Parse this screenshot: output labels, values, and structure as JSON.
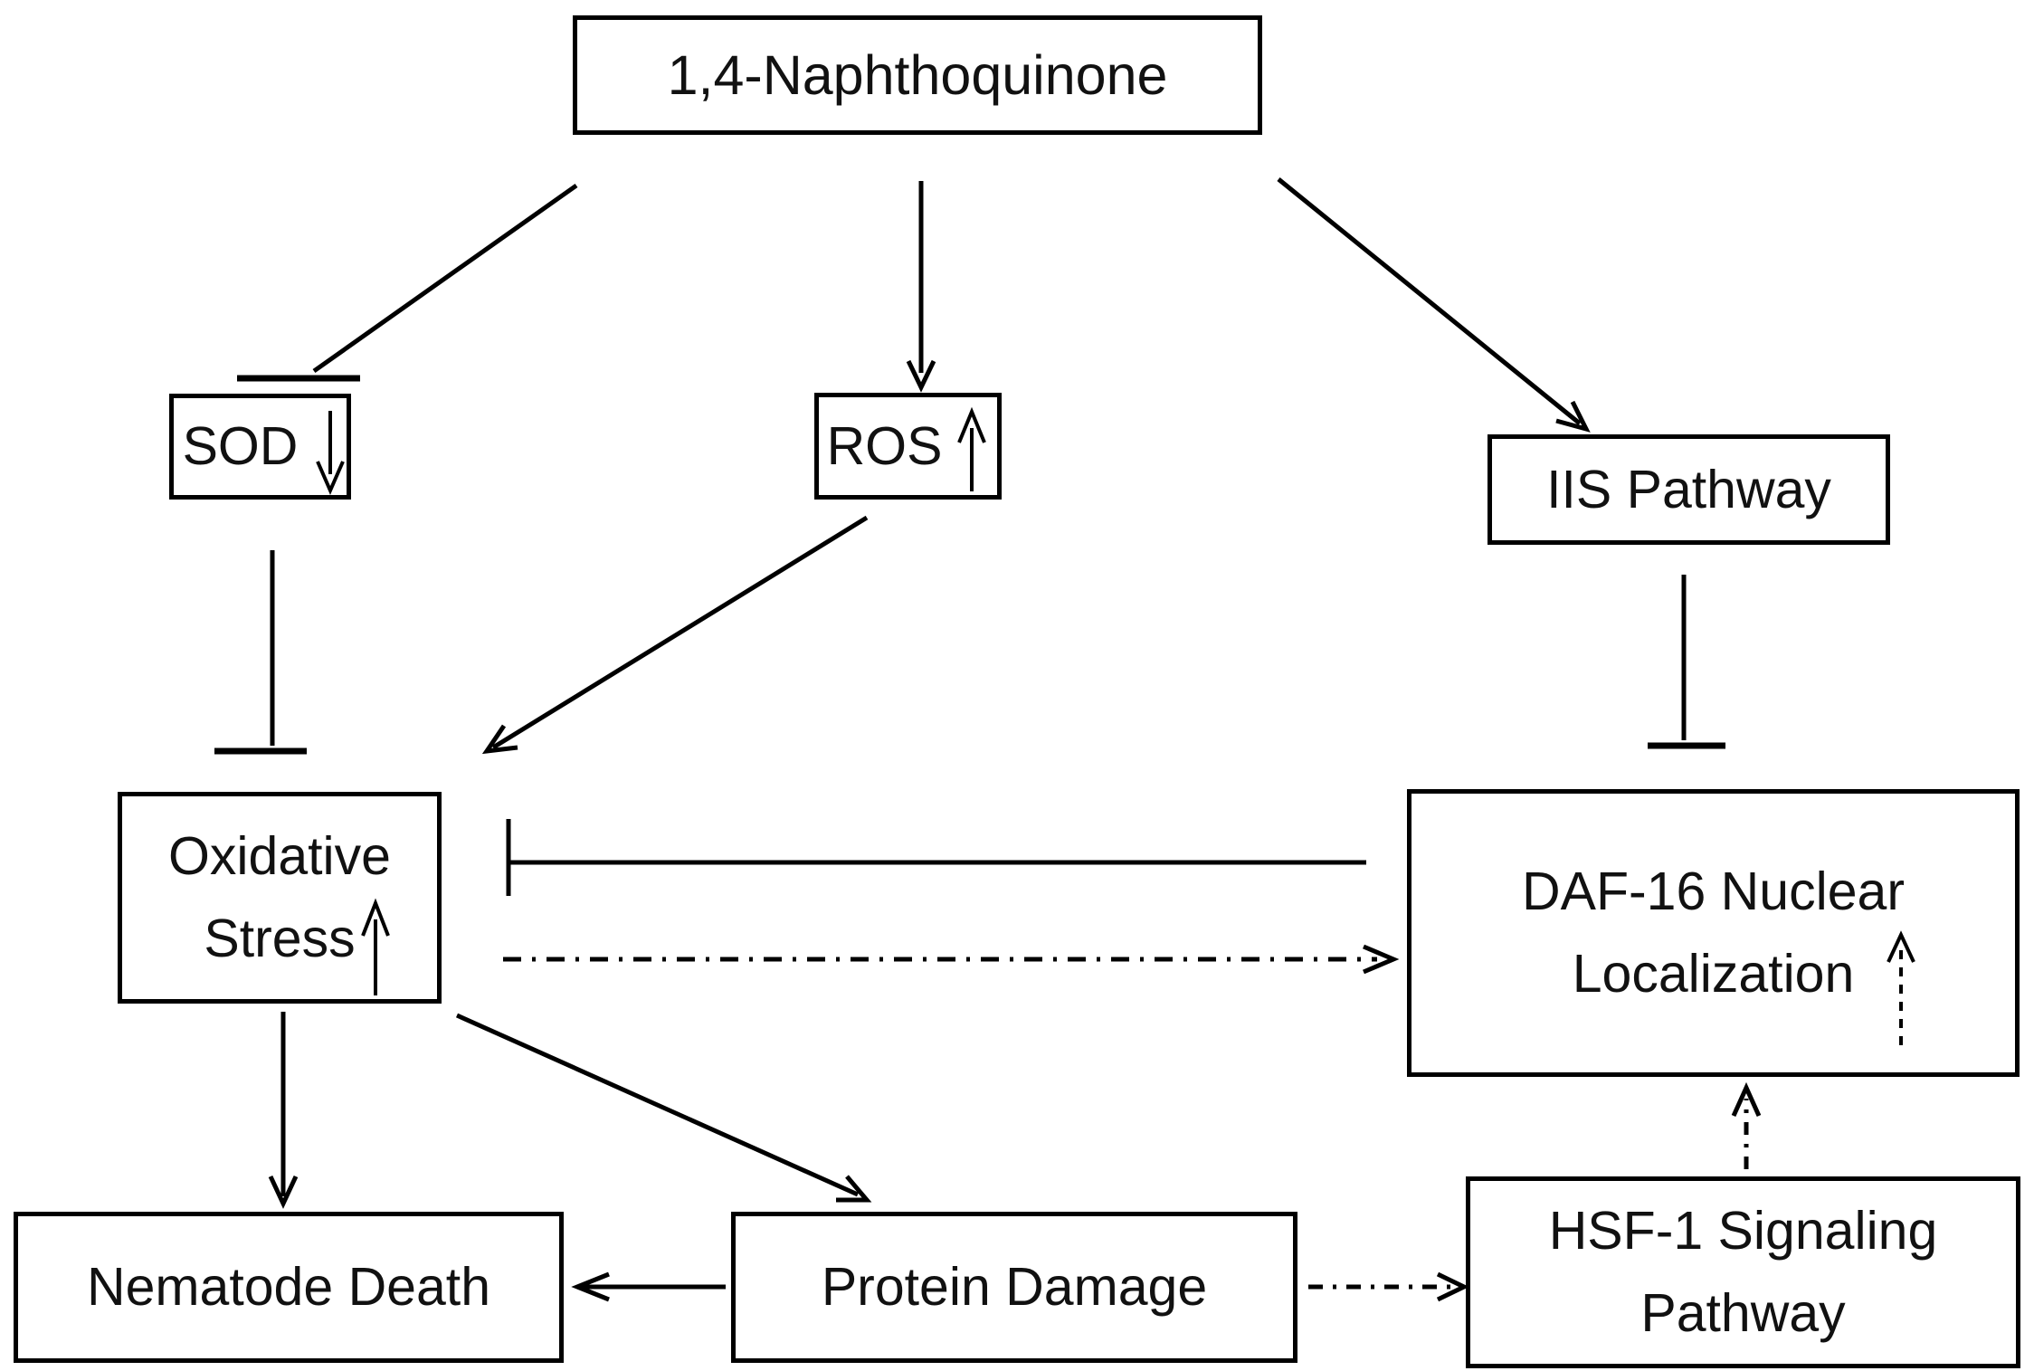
{
  "diagram": {
    "description": "Mechanistic pathway diagram of 1,4-Naphthoquinone toxicity in nematodes",
    "colors": {
      "background": "#ffffff",
      "stroke": "#000000",
      "text": "#111111"
    },
    "nodes": {
      "naphthoquinone": {
        "label": "1,4-Naphthoquinone"
      },
      "sod": {
        "label": "SOD",
        "indicator": "decrease"
      },
      "ros": {
        "label": "ROS",
        "indicator": "increase"
      },
      "iis_pathway": {
        "label": "IIS Pathway"
      },
      "oxidative_stress": {
        "label_line1": "Oxidative",
        "label_line2": "Stress",
        "indicator": "increase"
      },
      "daf16": {
        "label_line1": "DAF-16 Nuclear",
        "label_line2": "Localization",
        "indicator": "increase-dashed"
      },
      "nematode_death": {
        "label": "Nematode Death"
      },
      "protein_damage": {
        "label": "Protein Damage"
      },
      "hsf1": {
        "label_line1": "HSF-1 Signaling",
        "label_line2": "Pathway"
      }
    },
    "edges": [
      {
        "from": "1,4-Naphthoquinone",
        "to": "SOD",
        "type": "inhibition",
        "style": "solid"
      },
      {
        "from": "1,4-Naphthoquinone",
        "to": "ROS",
        "type": "activation",
        "style": "solid"
      },
      {
        "from": "1,4-Naphthoquinone",
        "to": "IIS Pathway",
        "type": "activation",
        "style": "solid"
      },
      {
        "from": "SOD",
        "to": "Oxidative Stress",
        "type": "inhibition",
        "style": "solid"
      },
      {
        "from": "ROS",
        "to": "Oxidative Stress",
        "type": "activation",
        "style": "solid"
      },
      {
        "from": "IIS Pathway",
        "to": "DAF-16 Nuclear Localization",
        "type": "inhibition",
        "style": "solid"
      },
      {
        "from": "DAF-16 Nuclear Localization",
        "to": "Oxidative Stress",
        "type": "inhibition",
        "style": "solid"
      },
      {
        "from": "Oxidative Stress",
        "to": "DAF-16 Nuclear Localization",
        "type": "activation",
        "style": "dash-dot"
      },
      {
        "from": "Oxidative Stress",
        "to": "Nematode Death",
        "type": "activation",
        "style": "solid"
      },
      {
        "from": "Oxidative Stress",
        "to": "Protein Damage",
        "type": "activation",
        "style": "solid"
      },
      {
        "from": "Protein Damage",
        "to": "Nematode Death",
        "type": "activation",
        "style": "solid"
      },
      {
        "from": "Protein Damage",
        "to": "HSF-1 Signaling Pathway",
        "type": "activation",
        "style": "dash-dot"
      },
      {
        "from": "HSF-1 Signaling Pathway",
        "to": "DAF-16 Nuclear Localization",
        "type": "activation",
        "style": "dash-dot"
      }
    ]
  }
}
